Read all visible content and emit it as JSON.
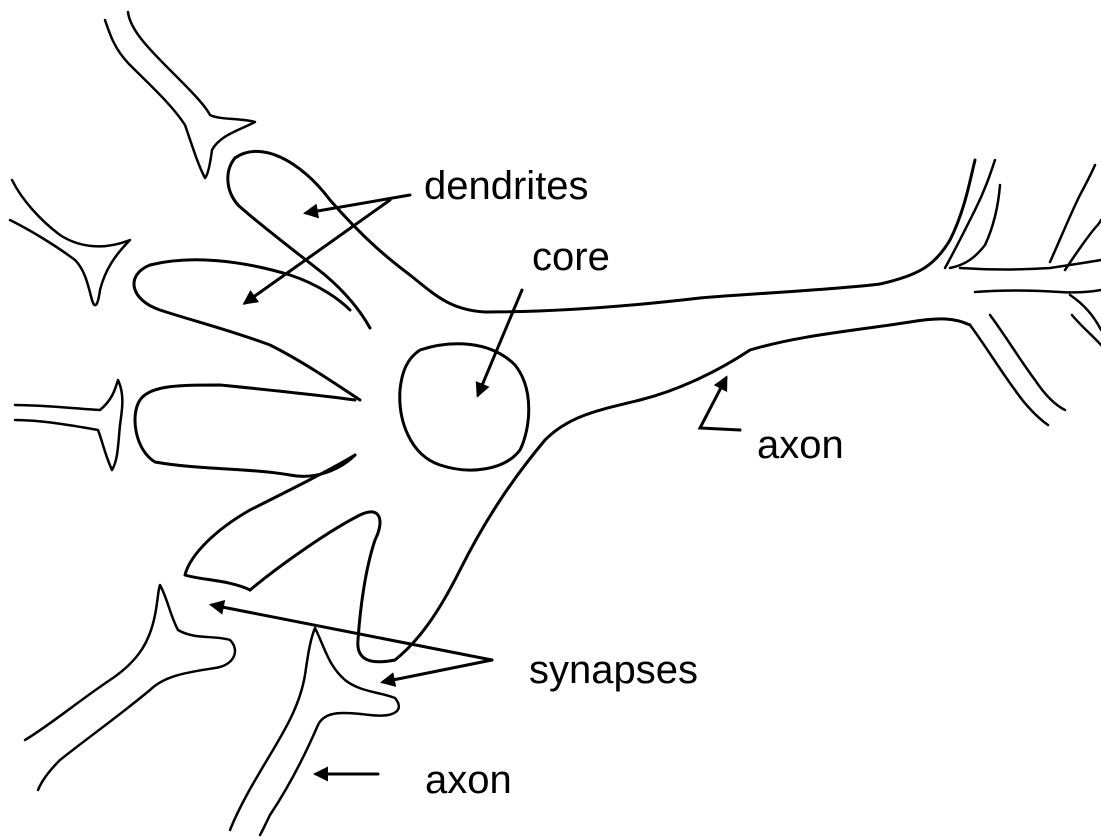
{
  "labels": {
    "dendrites": "dendrites",
    "core": "core",
    "axon_right": "axon",
    "synapses": "synapses",
    "axon_bottom": "axon"
  },
  "colors": {
    "line": "#000000",
    "background": "#ffffff"
  }
}
